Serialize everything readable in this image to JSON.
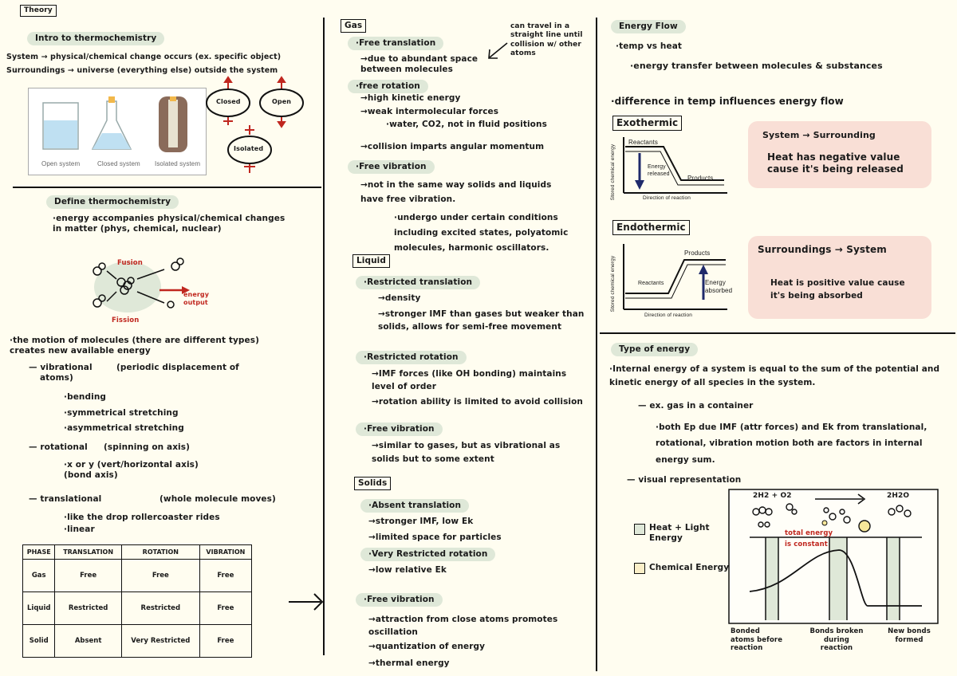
{
  "col1": {
    "theory_tag": "Theory",
    "intro_heading": "Intro to thermochemistry",
    "system_line": "System → physical/chemical change occurs (ex. specific object)",
    "surroundings_line": "Surroundings → universe (everything else) outside the system",
    "open_label": "Open system",
    "closed_label": "Closed system",
    "isolated_label": "Isolated system",
    "closed_oval": "Closed",
    "open_oval": "Open",
    "isolated_oval": "Isolated",
    "define_heading": "Define thermochemistry",
    "define_text": "·energy accompanies physical/chemical changes in matter (ph­ys, chemical, nuclear)",
    "fusion": "Fusion",
    "fission": "Fission",
    "energy_output": "energy output",
    "motion_text": "·the motion of molecules (there are different types) creates new available energy",
    "vibrational": "— vibrational",
    "vibrational_desc": "(periodic displacement of atoms)",
    "bending": "·bending",
    "symmetrical": "·symmetrical stretching",
    "asymmetrical": "·asymmetrical stretching",
    "rotational": "— rotational",
    "rotational_desc": "(spinning on axis)",
    "x_or_y": "·x or y (vert/horizontal axis) (bond axis)",
    "translational": "— translational",
    "translational_desc": "(whole molecule moves)",
    "like_drop": "·like the drop rollercoaster rides",
    "linear": "·linear",
    "table_headers": [
      "PHASE",
      "TRANSLATION",
      "ROTATION",
      "VIBRATION"
    ],
    "table_rows": [
      [
        "Gas",
        "Free",
        "Free",
        "Free"
      ],
      [
        "Liquid",
        "Restricted",
        "Restricted",
        "Free"
      ],
      [
        "Solid",
        "Absent",
        "Very Restricted",
        "Free"
      ]
    ]
  },
  "col2": {
    "gas_tag": "Gas",
    "free_translation": "·Free translation",
    "due_to": "→due to abundant space between molecules",
    "can_travel": "can travel in a straight line until collision w/ other atoms",
    "free_rotation": "·free rotation",
    "high_kinetic": "→high kinetic energy",
    "weak_inter": "→weak intermolecular forces",
    "water_co2": "·water, CO2, not in fluid positions",
    "collision": "→collision imparts angular momentum",
    "free_vibration": "·Free vibration",
    "not_in_same": "→not in the same way solids and liquids have free vibration.",
    "undergo": "·undergo under certain conditions including excited states, polyatomic molecules, harmonic oscillators.",
    "liquid_tag": "Liquid",
    "restricted_translation": "·Restricted translation",
    "density": "→density",
    "stronger_imf": "→stronger IMF than gases but weaker than solids, allows for semi-free movement",
    "restricted_rotation": "·Restricted rotation",
    "imf_forces": "→IMF forces (like OH bonding) maintains level of order",
    "rotation_ability": "→rotation ability is limited to avoid collision",
    "free_vibration2": "·Free vibration",
    "similar_gases": "→similar to gases, but as vibrational as solids but to some extent",
    "solids_tag": "Solids",
    "absent_translation": "·Absent translation",
    "stronger_imf2": "→stronger IMF, low Ek",
    "limited_space": "→limited space for particles",
    "very_restricted": "·Very Restricted rotation",
    "low_relative": "→low relative Ek",
    "free_vibration3": "·Free vibration",
    "attraction": "→attraction from close atoms promotes oscillation",
    "quantization": "→quantization of energy",
    "thermal": "→thermal energy"
  },
  "col3": {
    "energy_flow_heading": "Energy Flow",
    "temp_vs_heat": "·temp vs heat",
    "energy_transfer": "·energy transfer between molecules & substances",
    "difference": "·difference in temp influences energy flow",
    "exothermic": "Exothermic",
    "exo_reactants": "Reactants",
    "exo_energy_released": "Energy released",
    "exo_products": "Products",
    "exo_xaxis": "Direction of reaction",
    "exo_yaxis": "Stored chemical energy",
    "sys_to_surr": "System → Surrounding",
    "heat_negative": "Heat has negative value cause it's being released",
    "endothermic": "Endothermic",
    "endo_products": "Products",
    "endo_reactants": "Reactants",
    "endo_energy_absorbed": "Energy absorbed",
    "endo_xaxis": "Direction of reaction",
    "endo_yaxis": "Stored chemical energy",
    "surr_to_sys": "Surroundings → System",
    "heat_positive": "Heat is positive value cause it's being absorbed",
    "types_heading": "Type of energy",
    "internal_energy": "·Internal energy of a system is equal to the sum of the potential and kinetic energy of all species in the system.",
    "ex_gas": "— ex. gas in a container",
    "both_ep": "·both Ep due IMF (attr forces) and Ek from translational, rotational, vibration motion both are factors in internal energy sum.",
    "visual_rep": "— visual representation",
    "heat_light": "Heat + Light Energy",
    "chemical_energy": "Chemical Energy",
    "total_energy": "total energy",
    "is_constant": "is constant",
    "formula_left": "2H2 + O2",
    "formula_right": "2H2O",
    "label_a": "Bonded atoms before reaction",
    "label_b": "Bonds broken during reaction",
    "label_c": "New bonds formed"
  }
}
